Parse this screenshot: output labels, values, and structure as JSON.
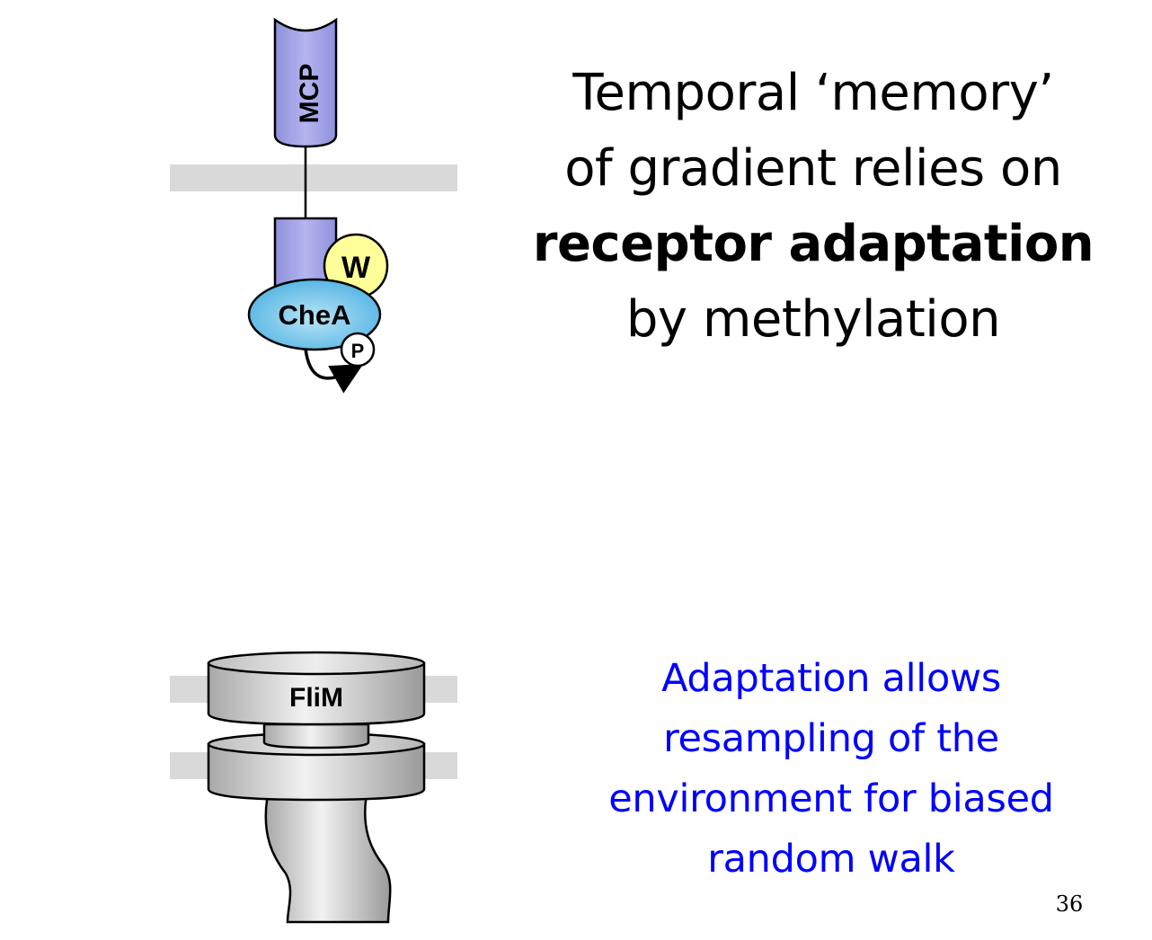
{
  "title": {
    "line1": "Temporal ‘memory’",
    "line2": "of gradient relies on",
    "line3_bold": "receptor adaptation",
    "line4": "by methylation"
  },
  "note": {
    "line1": "Adaptation allows",
    "line2": "resampling of the",
    "line3": "environment for biased",
    "line4": "random walk"
  },
  "diagram_labels": {
    "receptor": "MCP",
    "adaptor": "W",
    "kinase": "CheA",
    "phospho": "P",
    "motor": "FliM"
  },
  "page_number": "36",
  "colors": {
    "receptor": "#a9a9e6",
    "adaptor": "#ffff99",
    "kinase": "#66bde6",
    "membrane": "#d9d9d9",
    "motor": "#d0d0d0",
    "note_text": "#0000ff"
  }
}
